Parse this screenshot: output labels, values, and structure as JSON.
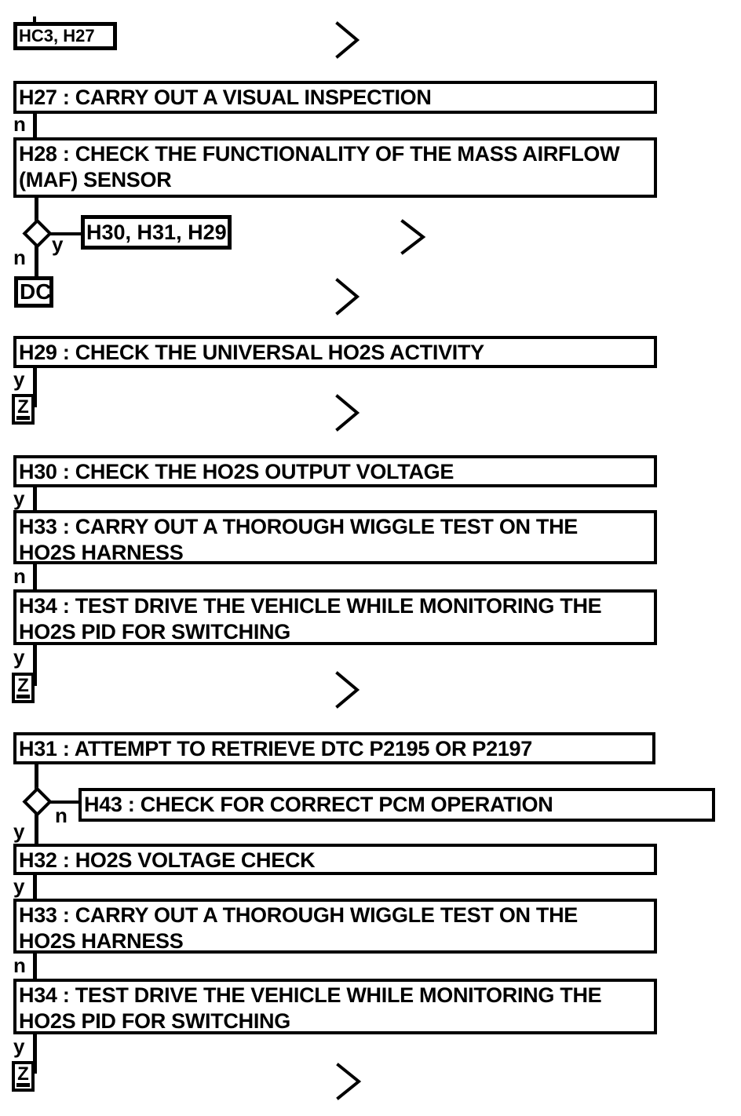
{
  "colors": {
    "foreground": "#000000",
    "background": "#ffffff"
  },
  "branch_labels": {
    "yes": "y",
    "no": "n"
  },
  "references": {
    "hc3_h27": "HC3, H27",
    "h30_h31_h29": "H30, H31, H29",
    "dc": "DC",
    "z": "Z"
  },
  "steps": {
    "h27": "H27 : CARRY OUT A VISUAL INSPECTION",
    "h28": "H28 : CHECK THE FUNCTIONALITY OF THE MASS AIRFLOW\n(MAF) SENSOR",
    "h29": "H29 : CHECK THE UNIVERSAL HO2S ACTIVITY",
    "h30": "H30 : CHECK THE HO2S OUTPUT VOLTAGE",
    "h33": "H33 : CARRY OUT A THOROUGH WIGGLE TEST ON THE\nHO2S HARNESS",
    "h34": "H34 : TEST DRIVE THE VEHICLE WHILE MONITORING THE\nHO2S PID FOR SWITCHING",
    "h31": "H31 : ATTEMPT TO RETRIEVE DTC P2195 OR P2197",
    "h43": "H43 : CHECK FOR CORRECT PCM OPERATION",
    "h32": "H32 : HO2S VOLTAGE CHECK"
  }
}
